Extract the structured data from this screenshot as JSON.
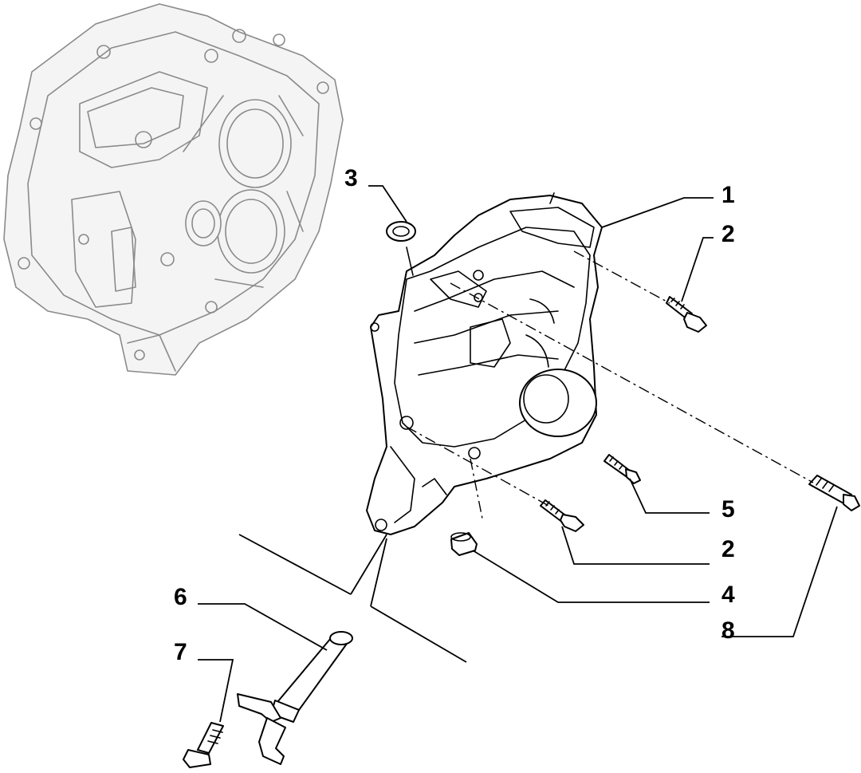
{
  "callouts": [
    {
      "id": "c1",
      "label": "1"
    },
    {
      "id": "c2a",
      "label": "2"
    },
    {
      "id": "c3",
      "label": "3"
    },
    {
      "id": "c5",
      "label": "5"
    },
    {
      "id": "c2b",
      "label": "2"
    },
    {
      "id": "c4",
      "label": "4"
    },
    {
      "id": "c8",
      "label": "8"
    },
    {
      "id": "c6",
      "label": "6"
    },
    {
      "id": "c7",
      "label": "7"
    }
  ],
  "colors": {
    "line": "#000000",
    "ghost": "#8a8a8a",
    "background": "#ffffff"
  }
}
